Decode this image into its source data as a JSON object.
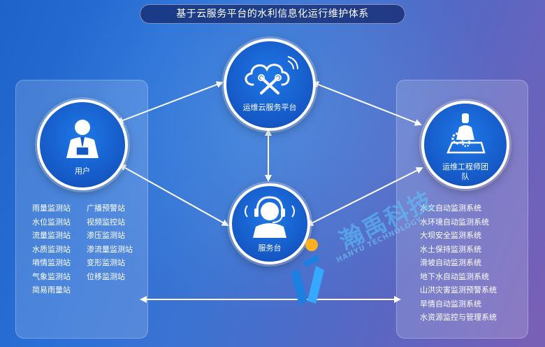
{
  "title": "基于云服务平台的水利信息化运行维护体系",
  "nodes": {
    "platform": {
      "label": "运维云服务平台",
      "icon": "cloud-tools-icon"
    },
    "users": {
      "label": "用户",
      "icon": "user-icon"
    },
    "engineers": {
      "label": "运维工程师团队",
      "icon": "engineer-icon"
    },
    "service_desk": {
      "label": "服务台",
      "icon": "headset-icon"
    }
  },
  "stations_col1": [
    "雨量监测站",
    "水位监测站",
    "流量监测站",
    "水质监测站",
    "墒情监测站",
    "气象监测站",
    "简易雨量站"
  ],
  "stations_col2": [
    "广播预警站",
    "视频监控站",
    "渗压监测站",
    "渗流量监测站",
    "变形监测站",
    "位移监测站"
  ],
  "systems": [
    "水文自动监测系统",
    "水环境自动监测系统",
    "大坝安全监测系统",
    "水土保持监测系统",
    "滑坡自动监测系统",
    "地下水自动监测系统",
    "山洪灾害监测预警系统",
    "旱情自动监测系统",
    "水资源监控与管理系统"
  ],
  "watermark": {
    "text": "瀚禹科技",
    "sub": "HANYU TECHNOLOGY"
  },
  "colors": {
    "node_fill": "#1558c6",
    "arrow": "#ffffff",
    "bg_left": "#1d63c9",
    "bg_right": "#7b5fb6"
  }
}
